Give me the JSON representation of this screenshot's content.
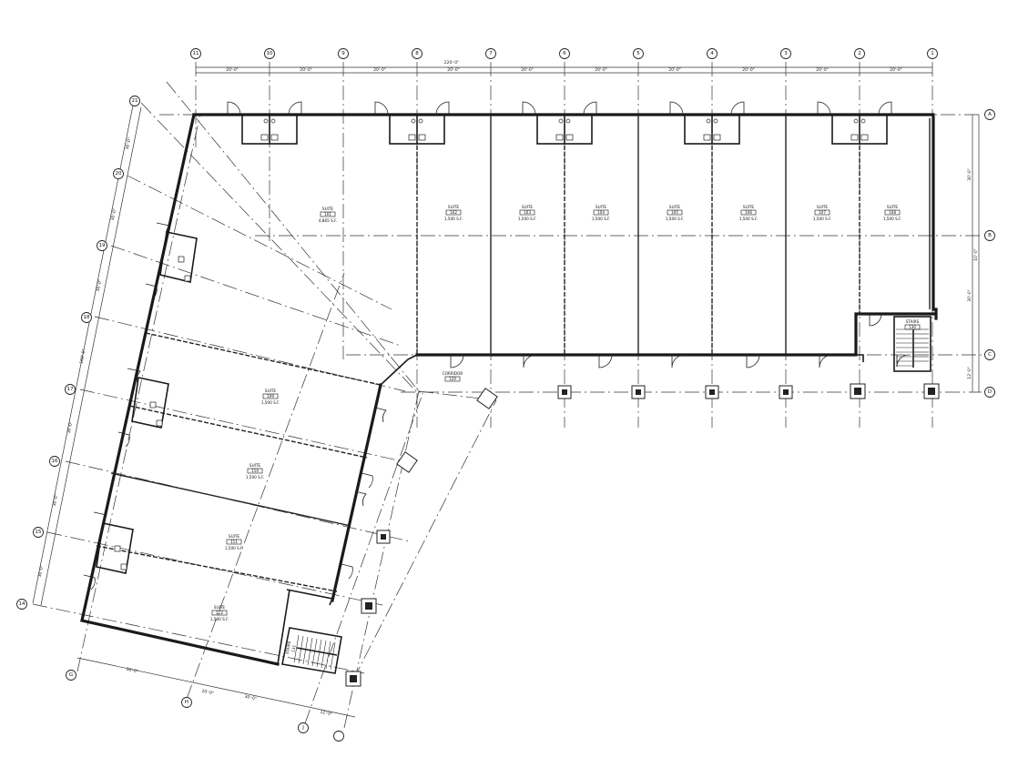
{
  "grid_columns": [
    "11",
    "10",
    "9",
    "8",
    "7",
    "6",
    "5",
    "4",
    "3",
    "2",
    "1"
  ],
  "grid_rows": [
    "A",
    "B",
    "C",
    "D"
  ],
  "grid_wing": [
    "21",
    "20",
    "19",
    "18",
    "17",
    "16",
    "15",
    "14"
  ],
  "grid_bottom": [
    "G",
    "H",
    "J"
  ],
  "dims": {
    "top_total": "220'-0\"",
    "bay": "20'-0\"",
    "right": [
      "30'-0\"",
      "10'-0\"",
      "30'-0\"",
      "12'-0\""
    ],
    "left": [
      "30'-0\"",
      "30'-0\"",
      "30'-0\"",
      "160'-0\"",
      "30'-0\"",
      "30'-0\"",
      "30'-0\""
    ],
    "bottom": [
      "30'-0\"",
      "20'-0\"",
      "30'-0\"",
      "12'-0\""
    ]
  },
  "rooms": {
    "suite_name": "SUITE",
    "corner": {
      "num": "101",
      "area": "4,865 S.F."
    },
    "main": [
      {
        "num": "102",
        "area": "1,500 S.F."
      },
      {
        "num": "103",
        "area": "1,500 S.F."
      },
      {
        "num": "104",
        "area": "1,500 S.F."
      },
      {
        "num": "105",
        "area": "1,500 S.F."
      },
      {
        "num": "106",
        "area": "1,500 S.F."
      },
      {
        "num": "107",
        "area": "1,500 S.F."
      },
      {
        "num": "108",
        "area": "1,500 S.F."
      }
    ],
    "wing": [
      {
        "num": "109",
        "area": "1,500 S.F."
      },
      {
        "num": "110",
        "area": "1,500 S.F."
      },
      {
        "num": "111",
        "area": "1,500 S.F."
      },
      {
        "num": "112",
        "area": "1,500 S.F."
      }
    ],
    "corridor": {
      "name": "CORRIDOR",
      "num": "120"
    },
    "stair_east": {
      "name": "STAIRS",
      "num": "130"
    },
    "stair_west": {
      "name": "STAIRS",
      "num": "131"
    }
  }
}
